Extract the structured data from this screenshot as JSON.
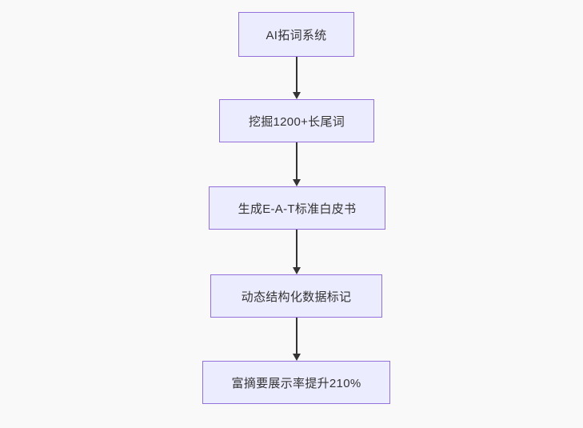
{
  "diagram": {
    "type": "flowchart",
    "direction": "top-down",
    "nodes": [
      {
        "id": "n1",
        "label": "AI拓词系统"
      },
      {
        "id": "n2",
        "label": "挖掘1200+长尾词"
      },
      {
        "id": "n3",
        "label": "生成E-A-T标准白皮书"
      },
      {
        "id": "n4",
        "label": "动态结构化数据标记"
      },
      {
        "id": "n5",
        "label": "富摘要展示率提升210%"
      }
    ],
    "edges": [
      {
        "from": "n1",
        "to": "n2",
        "style": "arrow-down"
      },
      {
        "from": "n2",
        "to": "n3",
        "style": "arrow-down"
      },
      {
        "from": "n3",
        "to": "n4",
        "style": "arrow-down"
      },
      {
        "from": "n4",
        "to": "n5",
        "style": "arrow-down"
      }
    ],
    "colors": {
      "background": "#f9f9f9",
      "node_fill": "#ECECFF",
      "node_border": "#9370DB",
      "text": "#333333",
      "arrow": "#333333"
    }
  }
}
